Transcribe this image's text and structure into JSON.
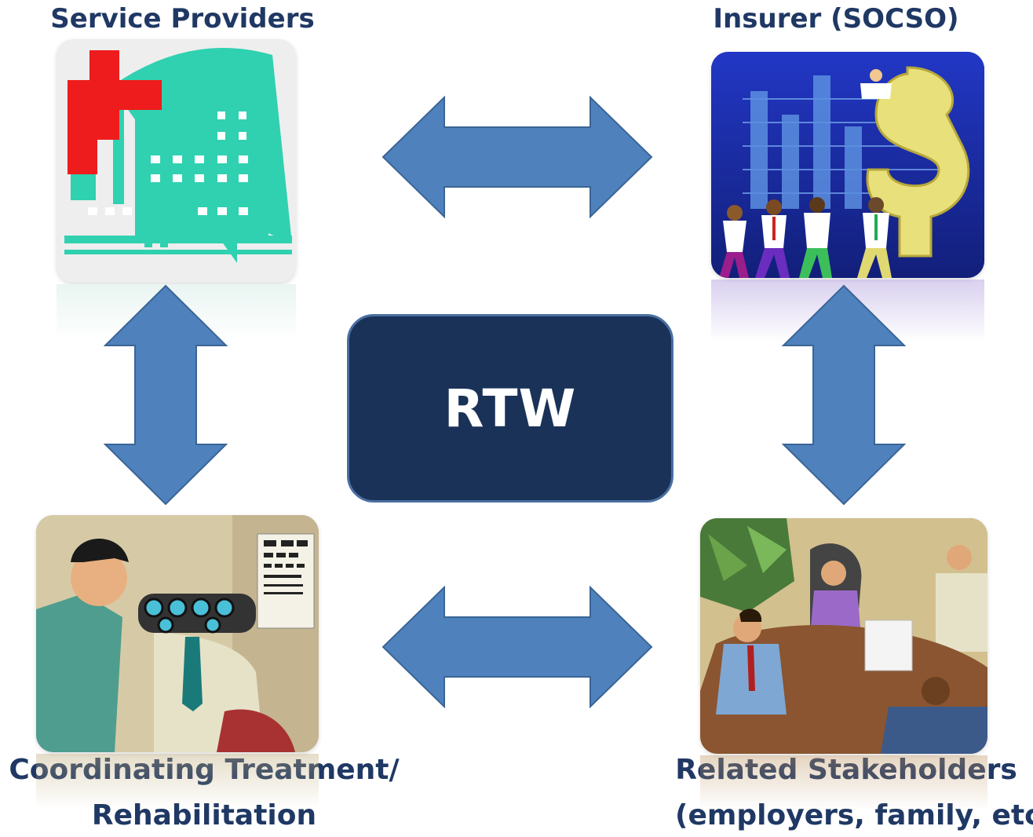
{
  "center": {
    "text": "RTW",
    "fill": "#1a3258",
    "border": "#4a6fa1"
  },
  "nodes": {
    "service_providers": {
      "label": "Service Providers",
      "illustration": "hospital-building-icon"
    },
    "insurer": {
      "label": "Insurer (SOCSO)",
      "illustration": "business-chart-dollar-icon"
    },
    "coordinating": {
      "label_line1": "Coordinating Treatment/",
      "label_line2": "Rehabilitation",
      "illustration": "eye-examination-icon"
    },
    "stakeholders": {
      "label_line1": "Related Stakeholders",
      "label_line2": "(employers, family, etc",
      "illustration": "meeting-table-icon"
    }
  },
  "colors": {
    "arrow_fill": "#4f81bd",
    "arrow_stroke": "#3a6595",
    "label_text": "#1f3864"
  }
}
